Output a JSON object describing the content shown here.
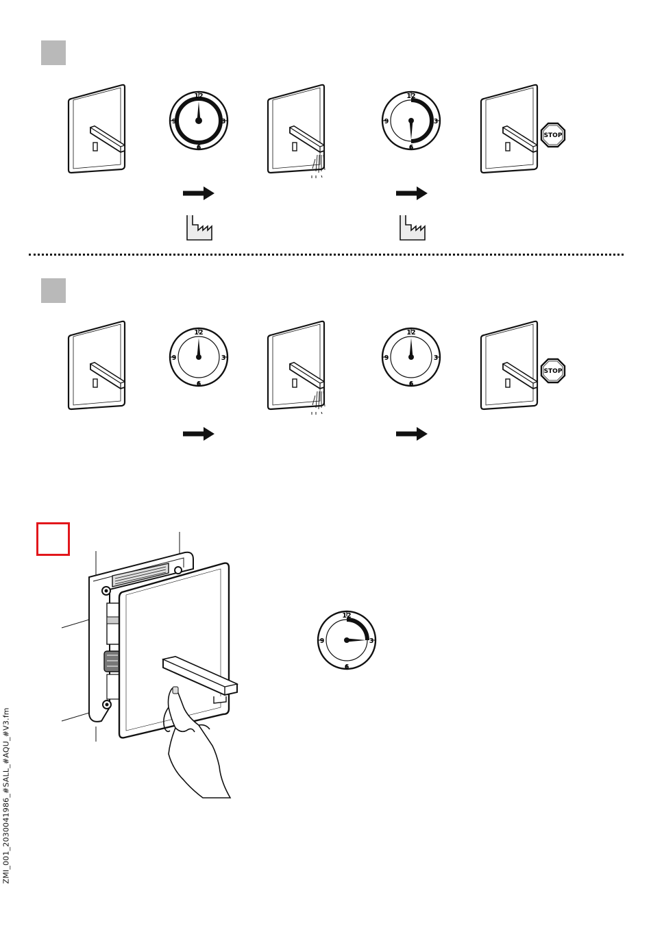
{
  "sections": [
    {
      "id": "section-1",
      "marker_color": "#b9b9b9",
      "steps": [
        "faucet-idle",
        "timer",
        "faucet-flowing",
        "timer",
        "faucet-stopped"
      ],
      "timer_1": {
        "hand": 12,
        "arc": "full-thick"
      },
      "timer_2": {
        "hand": 6,
        "arc": "12-to-6"
      },
      "stop_label": "STOP",
      "has_factory_icons": true
    },
    {
      "id": "section-2",
      "marker_color": "#b9b9b9",
      "steps": [
        "faucet-idle",
        "timer",
        "faucet-flowing",
        "timer",
        "faucet-stopped"
      ],
      "timer_1": {
        "hand": 12,
        "arc": "none"
      },
      "timer_2": {
        "hand": 12,
        "arc": "none"
      },
      "stop_label": "STOP",
      "has_factory_icons": false
    },
    {
      "id": "section-3",
      "marker_color": "#e2161b",
      "timer": {
        "hand": 3,
        "arc": "12-to-3"
      }
    }
  ],
  "dial_numbers": {
    "top": "12",
    "right": "3",
    "bottom": "6",
    "left": "9"
  },
  "side_label": "ZMI_001_2030041986_#SALL_#AQU_#V3.fm"
}
